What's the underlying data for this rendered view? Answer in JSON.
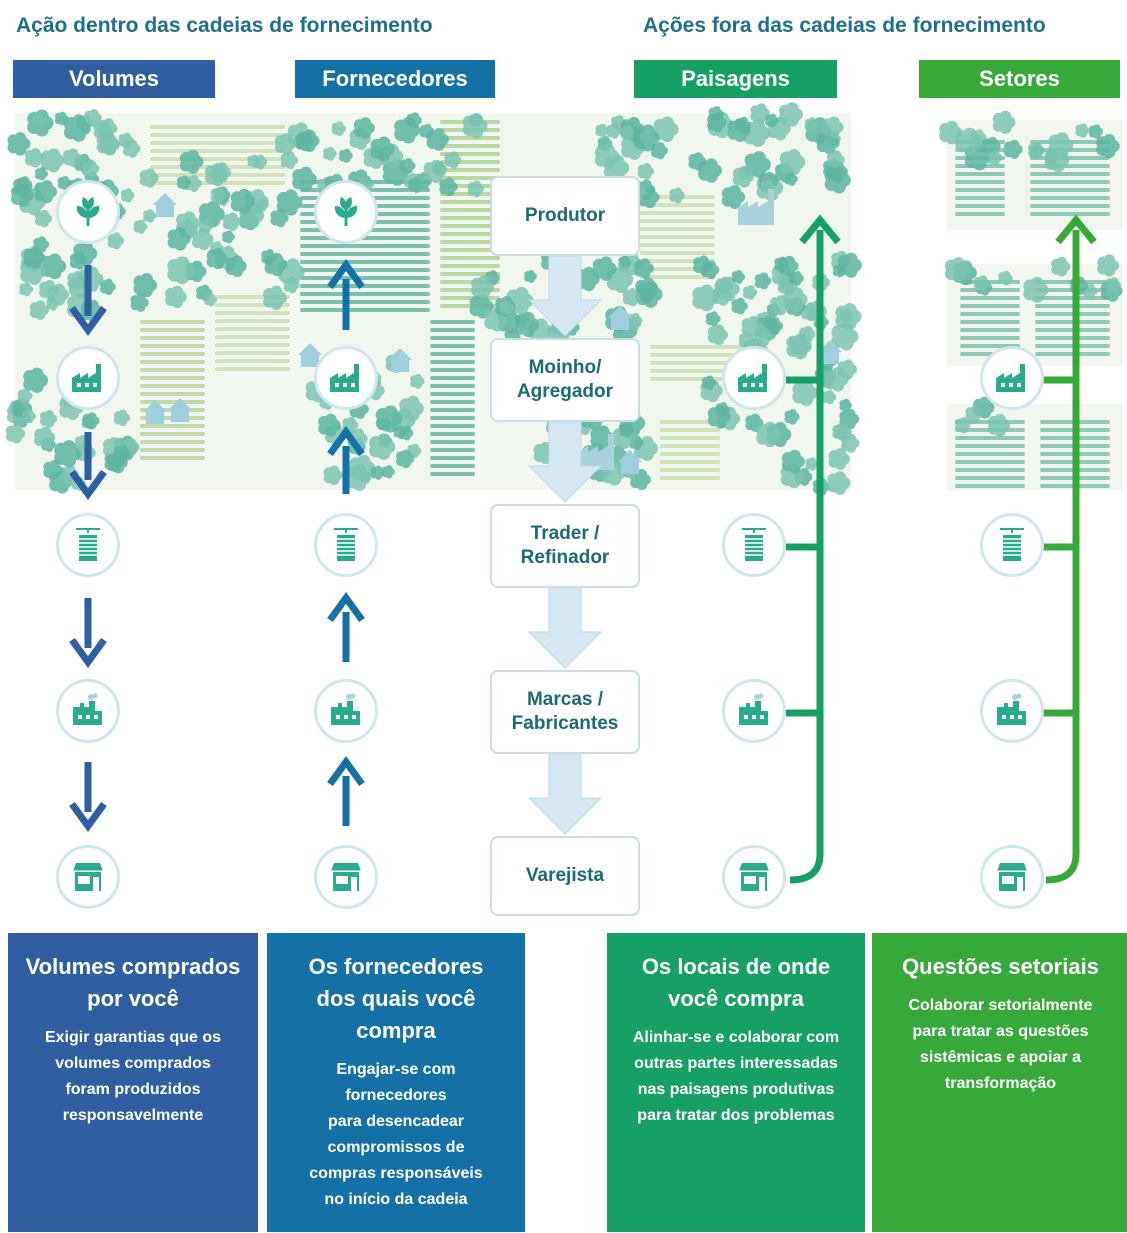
{
  "headers": {
    "left": "Ação dentro das cadeias de fornecimento",
    "right": "Ações fora das cadeias de fornecimento"
  },
  "categories": [
    {
      "label": "Volumes",
      "color": "#2f5ea1"
    },
    {
      "label": "Fornecedores",
      "color": "#1570a6"
    },
    {
      "label": "Paisagens",
      "color": "#16a065"
    },
    {
      "label": "Setores",
      "color": "#37a83a"
    }
  ],
  "chain": [
    "Produtor",
    "Moinho/\nAgregador",
    "Trader /\nRefinador",
    "Marcas /\nFabricantes",
    "Varejista"
  ],
  "panels": [
    {
      "title": "Volumes comprados\npor você",
      "desc": "Exigir garantias que os\nvolumes comprados\nforam produzidos\nresponsavelmente"
    },
    {
      "title": "Os fornecedores\ndos quais você\ncompra",
      "desc": "Engajar-se com\nfornecedores\npara desencadear\ncompromissos de\ncompras responsáveis\nno início da cadeia"
    },
    {
      "title": "Os locais de onde\nvocê compra",
      "desc": "Alinhar-se e colaborar com\noutras partes interessadas\nnas paisagens produtivas\npara tratar dos problemas"
    },
    {
      "title": "Questões setoriais",
      "desc": "Colaborar setorialmente\npara tratar as questões\nsistêmicas e apoiar a\ntransformação"
    }
  ],
  "icons": {
    "volumes": [
      "leaf-icon",
      "mill-icon",
      "silo-icon",
      "factory-icon",
      "shop-icon"
    ],
    "suppliers": [
      "leaf-icon",
      "mill-icon",
      "silo-icon",
      "factory-icon",
      "shop-icon"
    ],
    "landscapes": [
      "mill-icon",
      "silo-icon",
      "factory-icon",
      "shop-icon"
    ],
    "sectors": [
      "mill-icon",
      "silo-icon",
      "factory-icon",
      "shop-icon"
    ]
  },
  "colors": {
    "teal_icon": "#2bab8e",
    "blue_arrow": "#2f5ea1",
    "supplier_arrow": "#1570a6",
    "landscape_line": "#16a065",
    "sector_line": "#37a83a",
    "stage_arrow": "#d4e8f4"
  }
}
